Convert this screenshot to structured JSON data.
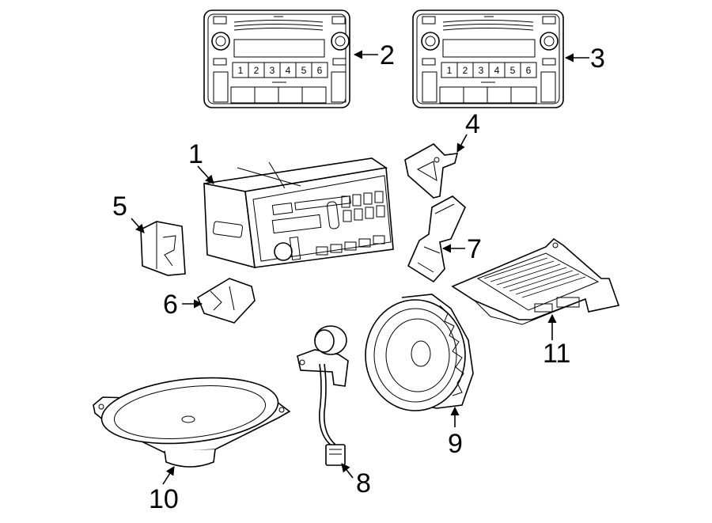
{
  "radio_preset_buttons": [
    "1",
    "2",
    "3",
    "4",
    "5",
    "6"
  ],
  "callouts": {
    "c1": "1",
    "c2": "2",
    "c3": "3",
    "c4": "4",
    "c5": "5",
    "c6": "6",
    "c7": "7",
    "c8": "8",
    "c9": "9",
    "c10": "10",
    "c11": "11"
  }
}
